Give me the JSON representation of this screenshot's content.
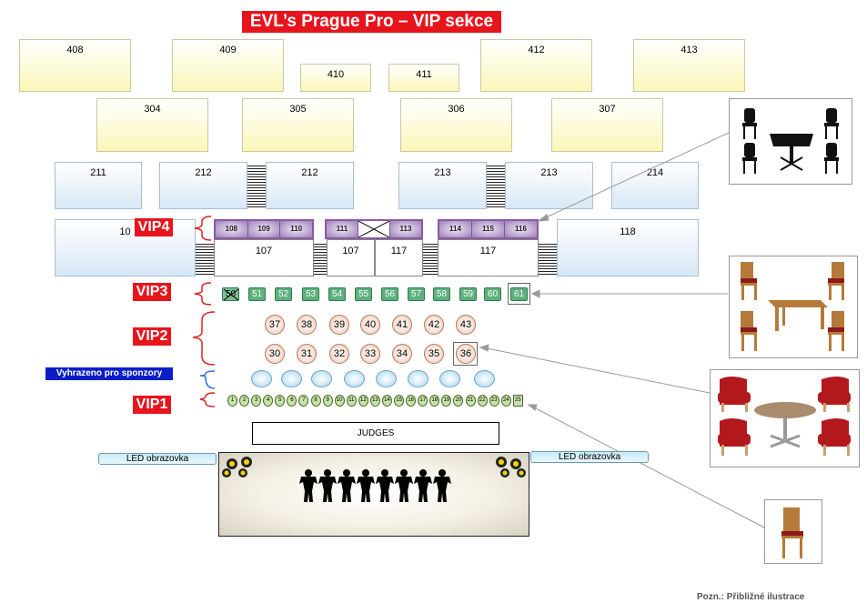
{
  "title": "EVL’s Prague Pro – VIP sekce",
  "sections": {
    "row400": [
      "408",
      "409",
      "410",
      "411",
      "412",
      "413"
    ],
    "row300": [
      "304",
      "305",
      "306",
      "307"
    ],
    "row200": [
      "211",
      "212",
      "212",
      "213",
      "213",
      "214"
    ],
    "row100": {
      "left": "10",
      "b107a": "107",
      "b107b": "107",
      "b117a": "117",
      "b117b": "117",
      "right": "118"
    }
  },
  "vip4_seats": [
    "108",
    "109",
    "110",
    "111",
    "113",
    "114",
    "115",
    "116"
  ],
  "vip_labels": {
    "vip4": "VIP4",
    "vip3": "VIP3",
    "vip2": "VIP2",
    "vip1": "VIP1",
    "sponsors": "Vyhrazeno pro sponzory"
  },
  "vip3_seats": [
    "50",
    "51",
    "52",
    "53",
    "54",
    "55",
    "56",
    "57",
    "58",
    "59",
    "60",
    "61"
  ],
  "vip2_row1": [
    "37",
    "38",
    "39",
    "40",
    "41",
    "42",
    "43"
  ],
  "vip2_row2": [
    "30",
    "31",
    "32",
    "33",
    "34",
    "35",
    "36"
  ],
  "vip1_seats": [
    "1",
    "2",
    "3",
    "4",
    "5",
    "6",
    "7",
    "8",
    "9",
    "10",
    "11",
    "12",
    "13",
    "14",
    "15",
    "16",
    "17",
    "18",
    "19",
    "20",
    "21",
    "22",
    "23",
    "24",
    "25"
  ],
  "judges": "JUDGES",
  "led_left": "LED obrazovka",
  "led_right": "LED obrazovka",
  "note": "Pozn.: Přibližné ilustrace",
  "colors": {
    "title_bg": "#e8141c",
    "vip_label": "#e8141c",
    "sponsor_bg": "#0a1ec8",
    "vip4_border": "#8a59a3",
    "vip3_seat": "#5eb07e"
  }
}
